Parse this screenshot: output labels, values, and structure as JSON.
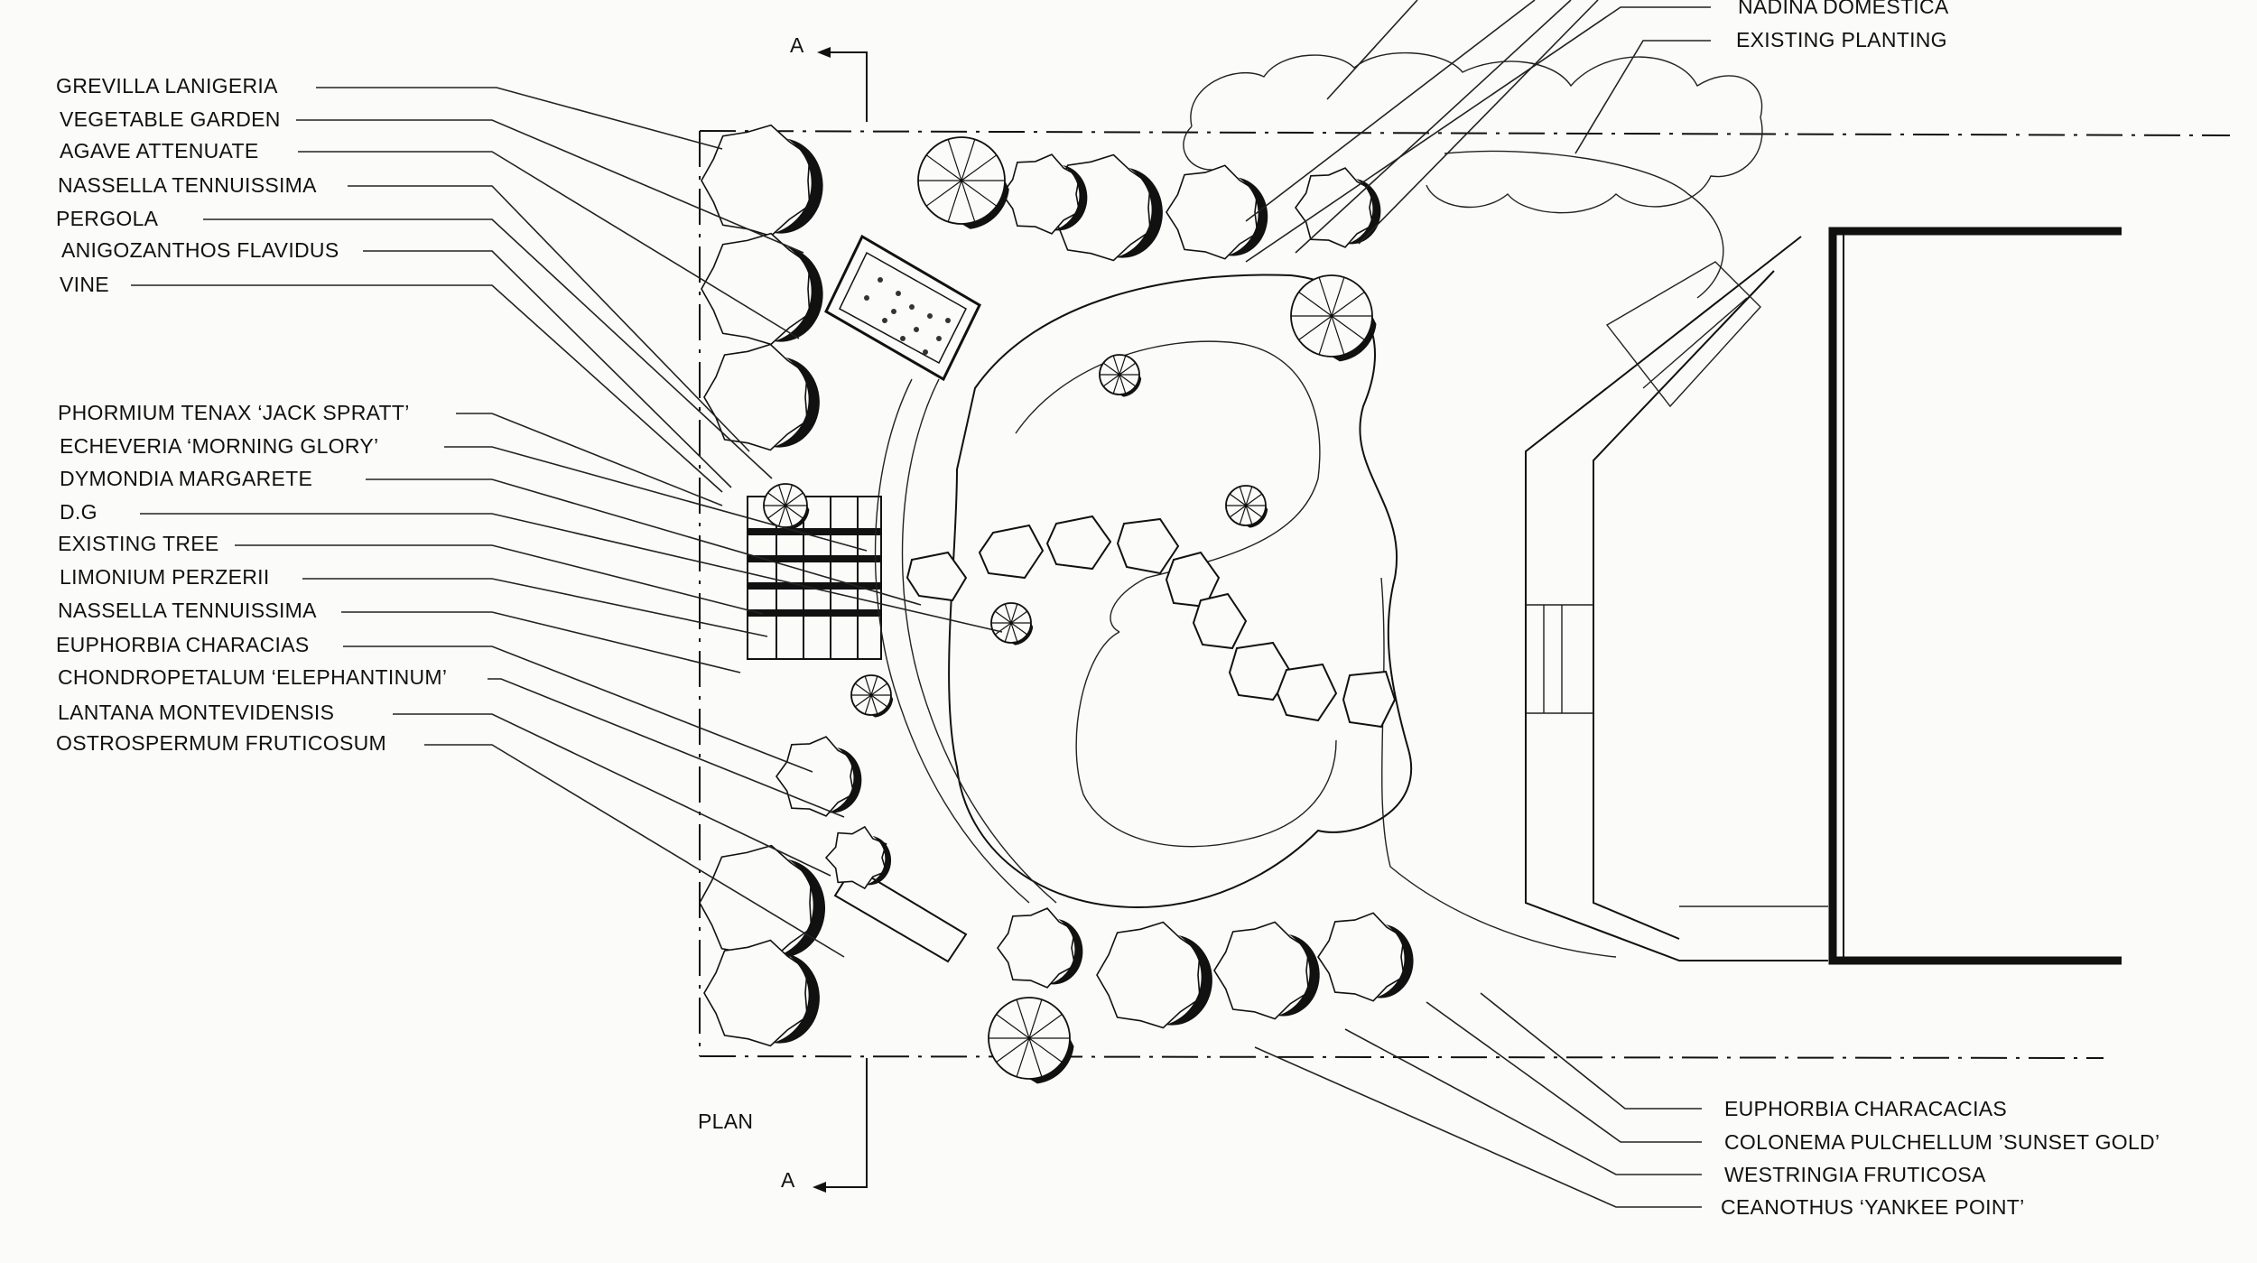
{
  "left_labels": [
    "GREVILLA LANIGERIA",
    "VEGETABLE GARDEN",
    "AGAVE ATTENUATE",
    "NASSELLA TENNUISSIMA",
    "PERGOLA",
    "ANIGOZANTHOS FLAVIDUS",
    "VINE",
    "PHORMIUM TENAX ‘JACK SPRATT’",
    "ECHEVERIA ‘MORNING GLORY’",
    "DYMONDIA MARGARETE",
    "D.G",
    "EXISTING TREE",
    "LIMONIUM PERZERII",
    "NASSELLA TENNUISSIMA",
    "EUPHORBIA CHARACIAS",
    "CHONDROPETALUM ‘ELEPHANTINUM’",
    "LANTANA MONTEVIDENSIS",
    "OSTROSPERMUM FRUTICOSUM"
  ],
  "top_right_labels": [
    "NADINA DOMESTICA",
    "EXISTING PLANTING"
  ],
  "bottom_right_labels": [
    "EUPHORBIA CHARACACIAS",
    "COLONEMA PULCHELLUM ’SUNSET GOLD’",
    "WESTRINGIA FRUTICOSA",
    "CEANOTHUS ‘YANKEE POINT’"
  ],
  "section_marker": "A",
  "plan_title": "PLAN",
  "colors": {
    "ink": "#111111",
    "paper": "#fbfbf9"
  }
}
